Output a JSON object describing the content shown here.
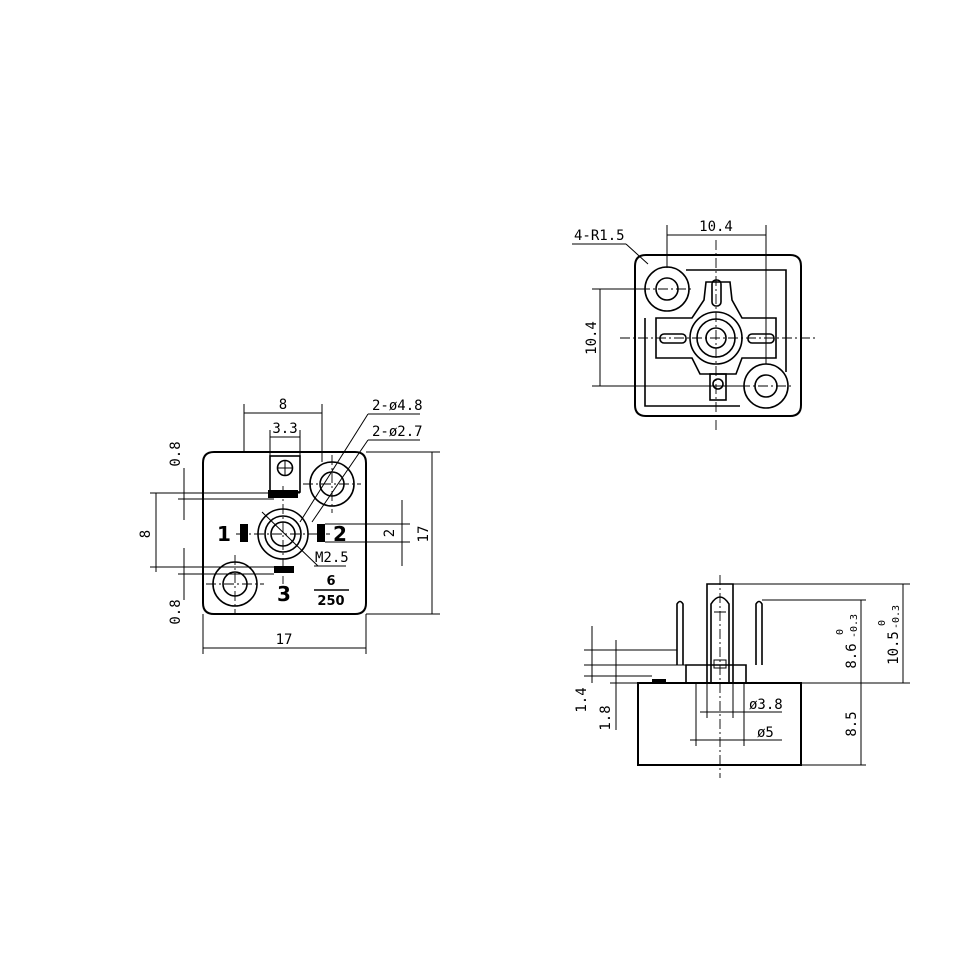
{
  "front_view": {
    "dim_width_top": "8",
    "dim_screw_offset": "3.3",
    "dim_hole_outer": "2-ø4.8",
    "dim_hole_inner": "2-ø2.7",
    "dim_top_margin": "0.8",
    "dim_pin_spacing": "8",
    "dim_bottom_margin": "0.8",
    "dim_height": "17",
    "dim_width": "17",
    "dim_contact": "2",
    "thread_label": "M2.5",
    "pin_label_1": "1",
    "pin_label_2": "2",
    "pin_label_3": "3",
    "rating_top": "6",
    "rating_bottom": "250"
  },
  "top_view": {
    "radius_label": "4-R1.5",
    "dim_width": "10.4",
    "dim_height": "10.4"
  },
  "side_view": {
    "dim_pin_height": "8.6",
    "dim_overall_height": "10.5",
    "tol_upper": "0",
    "tol_lower": "-0.3",
    "dim_body_height": "8.5",
    "dim_thin_a": "1.4",
    "dim_thin_b": "1.8",
    "dim_shaft": "ø3.8",
    "dim_collar": "ø5"
  }
}
